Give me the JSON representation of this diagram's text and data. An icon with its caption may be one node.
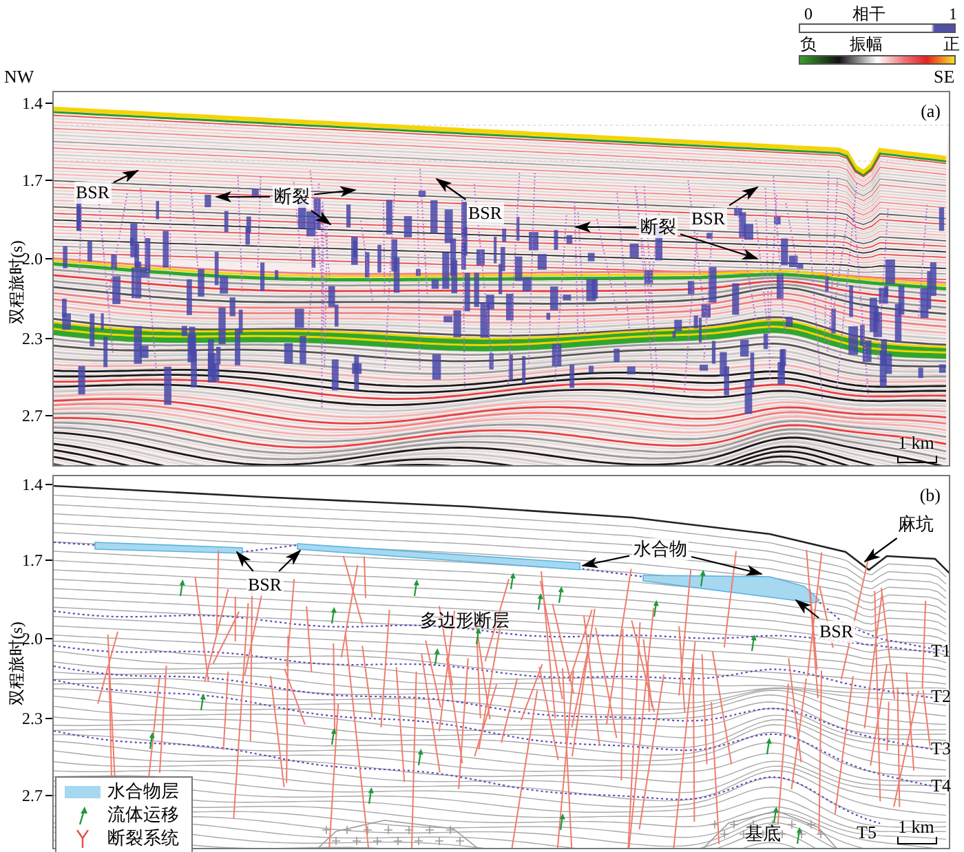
{
  "diagram": {
    "nodes": [
      {
        "text": [
          "(a)"
        ]
      },
      {
        "text": [
          "BSR"
        ],
        "in": 0
      },
      {
        "text": [
          "断裂"
        ],
        "in": 0
      },
      {
        "text": [
          "BSR"
        ],
        "in": 0
      },
      {
        "text": [
          "断裂"
        ],
        "in": 0
      },
      {
        "text": [
          "BSR"
        ],
        "in": 0
      },
      {
        "text": [
          "(b)"
        ]
      },
      {
        "text": [
          "BSR"
        ],
        "in": 6
      },
      {
        "text": [
          "水合物"
        ],
        "in": 6
      },
      {
        "text": [
          "麻坑"
        ],
        "in": 6
      },
      {
        "text": [
          "BSR"
        ],
        "in": 6
      }
    ],
    "edges": [
      {
        "from": 1,
        "to": null,
        "arrow": "to"
      },
      {
        "from": 2,
        "to": null,
        "arrow": "to"
      },
      {
        "from": 2,
        "to": null,
        "arrow": "to"
      },
      {
        "from": 2,
        "to": null,
        "arrow": "to"
      },
      {
        "from": 3,
        "to": null,
        "arrow": "to"
      },
      {
        "from": 4,
        "to": null,
        "arrow": "to"
      },
      {
        "from": 4,
        "to": null,
        "arrow": "to"
      },
      {
        "from": 5,
        "to": null,
        "arrow": "to"
      },
      {
        "from": 7,
        "to": null,
        "arrow": "to"
      },
      {
        "from": 7,
        "to": null,
        "arrow": "to"
      },
      {
        "from": 8,
        "to": null,
        "arrow": "to"
      },
      {
        "from": 8,
        "to": null,
        "arrow": "to"
      },
      {
        "from": 9,
        "to": null,
        "arrow": "to"
      },
      {
        "from": 10,
        "to": null,
        "arrow": "to"
      }
    ],
    "labels": [
      "0",
      "相干",
      "1",
      "负",
      "振幅",
      "正",
      "NW",
      "SE",
      "1.4",
      "1.7",
      "2.0",
      "2.3",
      "2.7",
      "双程旅时(s)",
      "1 km",
      "1.4",
      "1.7",
      "2.0",
      "2.3",
      "2.7",
      "双程旅时(s)",
      "多边形断层",
      "T1",
      "T2",
      "T3",
      "T4",
      "T5",
      "基底",
      "1 km"
    ],
    "legend": [
      {
        "text": "水合物层",
        "color": "#a6d8f0"
      },
      {
        "text": "流体运移"
      },
      {
        "text": "断裂系统"
      }
    ]
  }
}
